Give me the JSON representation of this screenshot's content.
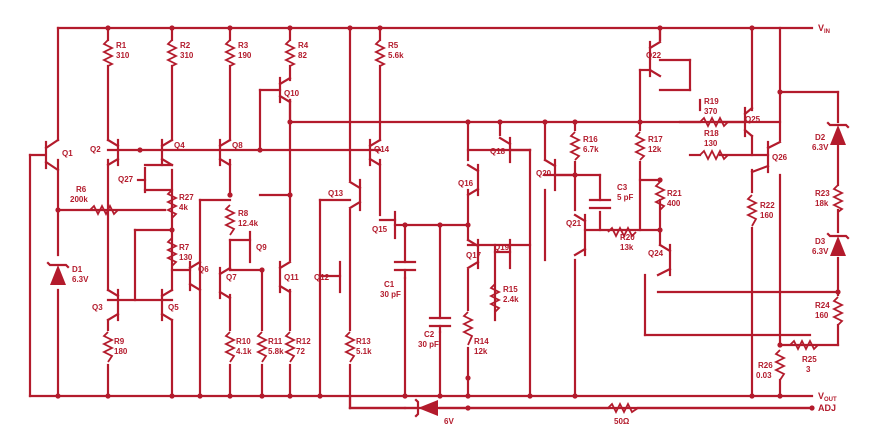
{
  "rails": {
    "vin": "V",
    "vin_sub": "IN",
    "vout": "V",
    "vout_sub": "OUT",
    "adj": "ADJ"
  },
  "transistors": [
    {
      "id": "q1",
      "label": "Q1"
    },
    {
      "id": "q2",
      "label": "Q2"
    },
    {
      "id": "q3",
      "label": "Q3"
    },
    {
      "id": "q4",
      "label": "Q4"
    },
    {
      "id": "q5",
      "label": "Q5"
    },
    {
      "id": "q6",
      "label": "Q6"
    },
    {
      "id": "q7",
      "label": "Q7"
    },
    {
      "id": "q8",
      "label": "Q8"
    },
    {
      "id": "q9",
      "label": "Q9"
    },
    {
      "id": "q10",
      "label": "Q10"
    },
    {
      "id": "q11",
      "label": "Q11"
    },
    {
      "id": "q12",
      "label": "Q12"
    },
    {
      "id": "q13",
      "label": "Q13"
    },
    {
      "id": "q14",
      "label": "Q14"
    },
    {
      "id": "q15",
      "label": "Q15"
    },
    {
      "id": "q16",
      "label": "Q16"
    },
    {
      "id": "q17",
      "label": "Q17"
    },
    {
      "id": "q18",
      "label": "Q18"
    },
    {
      "id": "q19",
      "label": "Q19"
    },
    {
      "id": "q20",
      "label": "Q20"
    },
    {
      "id": "q21",
      "label": "Q21"
    },
    {
      "id": "q22",
      "label": "Q22"
    },
    {
      "id": "q24",
      "label": "Q24"
    },
    {
      "id": "q25",
      "label": "Q25"
    },
    {
      "id": "q26",
      "label": "Q26"
    },
    {
      "id": "q27",
      "label": "Q27"
    }
  ],
  "resistors": [
    {
      "id": "r1",
      "name": "R1",
      "value": "310"
    },
    {
      "id": "r2",
      "name": "R2",
      "value": "310"
    },
    {
      "id": "r3",
      "name": "R3",
      "value": "190"
    },
    {
      "id": "r4",
      "name": "R4",
      "value": "82"
    },
    {
      "id": "r5",
      "name": "R5",
      "value": "5.6k"
    },
    {
      "id": "r6",
      "name": "R6",
      "value": "200k"
    },
    {
      "id": "r7",
      "name": "R7",
      "value": "130"
    },
    {
      "id": "r8",
      "name": "R8",
      "value": "12.4k"
    },
    {
      "id": "r9",
      "name": "R9",
      "value": "180"
    },
    {
      "id": "r10",
      "name": "R10",
      "value": "4.1k"
    },
    {
      "id": "r11",
      "name": "R11",
      "value": "5.8k"
    },
    {
      "id": "r12",
      "name": "R12",
      "value": "72"
    },
    {
      "id": "r13",
      "name": "R13",
      "value": "5.1k"
    },
    {
      "id": "r14",
      "name": "R14",
      "value": "12k"
    },
    {
      "id": "r15",
      "name": "R15",
      "value": "2.4k"
    },
    {
      "id": "r16",
      "name": "R16",
      "value": "6.7k"
    },
    {
      "id": "r17",
      "name": "R17",
      "value": "12k"
    },
    {
      "id": "r18",
      "name": "R18",
      "value": "130"
    },
    {
      "id": "r19",
      "name": "R19",
      "value": "370"
    },
    {
      "id": "r20",
      "name": "R20",
      "value": "13k"
    },
    {
      "id": "r21",
      "name": "R21",
      "value": "400"
    },
    {
      "id": "r22",
      "name": "R22",
      "value": "160"
    },
    {
      "id": "r23",
      "name": "R23",
      "value": "18k"
    },
    {
      "id": "r24",
      "name": "R24",
      "value": "160"
    },
    {
      "id": "r25",
      "name": "R25",
      "value": "3"
    },
    {
      "id": "r26",
      "name": "R26",
      "value": "0.03"
    },
    {
      "id": "r27",
      "name": "R27",
      "value": "4k"
    },
    {
      "id": "r50",
      "name": "",
      "value": "50Ω"
    }
  ],
  "capacitors": [
    {
      "id": "c1",
      "name": "C1",
      "value": "30 pF"
    },
    {
      "id": "c2",
      "name": "C2",
      "value": "30 pF"
    },
    {
      "id": "c3",
      "name": "C3",
      "value": "5 pF"
    }
  ],
  "diodes": [
    {
      "id": "d1",
      "name": "D1",
      "value": "6.3V"
    },
    {
      "id": "d2",
      "name": "D2",
      "value": "6.3V"
    },
    {
      "id": "d3",
      "name": "D3",
      "value": "6.3V"
    },
    {
      "id": "d6v",
      "name": "",
      "value": "6V"
    }
  ]
}
